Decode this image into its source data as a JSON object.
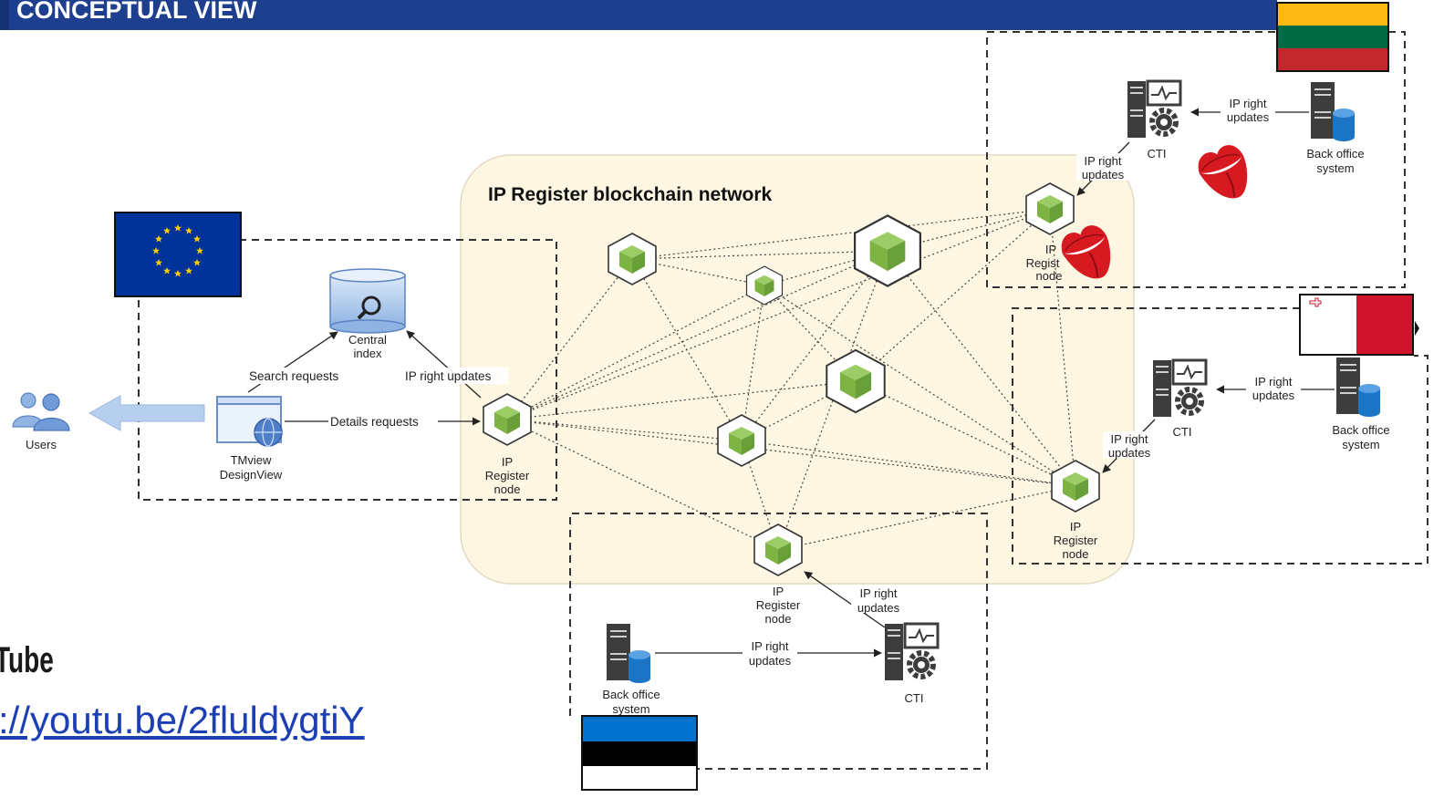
{
  "slide": {
    "title": "CONCEPTUAL VIEW",
    "youtube_word": "Tube",
    "youtube_link": "://youtu.be/2fluldygtiY"
  },
  "network": {
    "title": "IP Register blockchain network"
  },
  "labels": {
    "users": "Users",
    "tmview_1": "TMview",
    "tmview_2": "DesignView",
    "central_1": "Central",
    "central_2": "index",
    "search_requests": "Search requests",
    "ip_right_updates": "IP right updates",
    "details_requests": "Details requests",
    "ip": "IP",
    "register": "Register",
    "node": "node",
    "ip_right": "IP right",
    "updates": "updates",
    "cti": "CTI",
    "back_office": "Back office",
    "system": "system",
    "regist_partial": "Regist",
    "node_partial": "node"
  },
  "colors": {
    "title_bar": "#1e3f8e",
    "network_fill": "#fdf6e3",
    "node_green": "#7cb342",
    "eu_blue": "#003399",
    "eu_star": "#ffcc00",
    "lithuania": [
      "#fdb913",
      "#006a44",
      "#c1272d"
    ],
    "estonia": [
      "#0072ce",
      "#000000",
      "#ffffff"
    ],
    "malta": [
      "#ffffff",
      "#cf142b"
    ],
    "link": "#1c3fb4"
  },
  "icons": [
    "users-icon",
    "arrow-left-icon",
    "browser-globe-icon",
    "database-search-icon",
    "blockchain-node-icon",
    "cti-server-icon",
    "back-office-server-icon",
    "tongue-logo-icon",
    "eu-flag-icon",
    "lithuania-flag-icon",
    "malta-flag-icon",
    "estonia-flag-icon"
  ]
}
